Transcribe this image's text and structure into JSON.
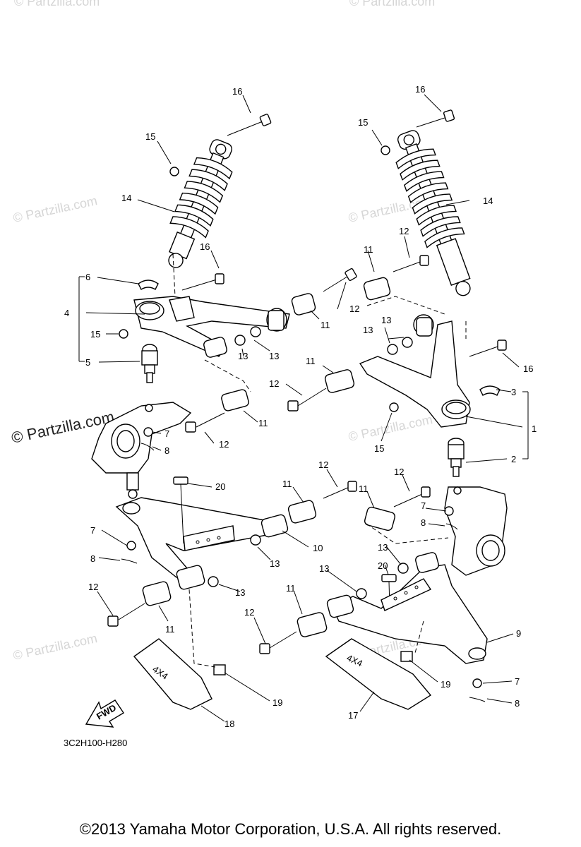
{
  "diagram": {
    "drawing_code": "3C2H100-H280",
    "fwd_label": "FWD",
    "watermark": "© Partzilla.com",
    "copyright": "©2013 Yamaha Motor Corporation, U.S.A. All rights reserved.",
    "callouts": [
      "1",
      "2",
      "3",
      "4",
      "5",
      "6",
      "7",
      "8",
      "9",
      "10",
      "11",
      "12",
      "13",
      "14",
      "15",
      "16",
      "17",
      "18",
      "19",
      "20"
    ],
    "guard_text": "4X4"
  }
}
